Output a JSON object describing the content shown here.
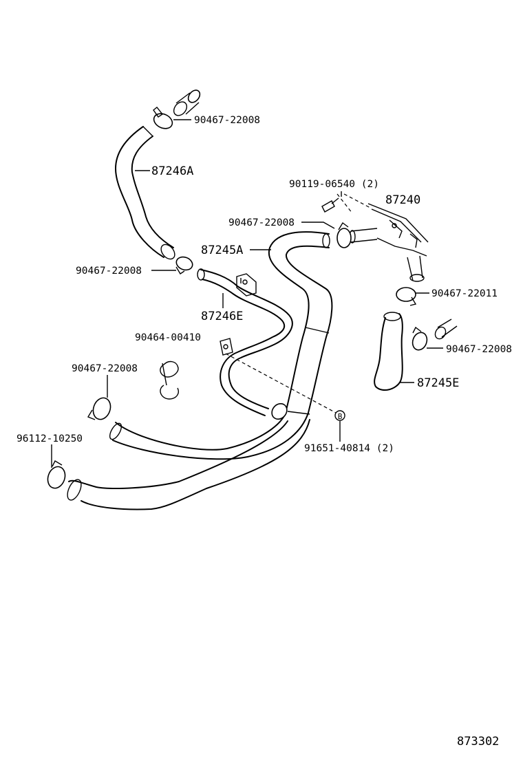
{
  "diagram_id": "873302",
  "labels": {
    "clamp_top": "90467-22008",
    "hose_87246A": "87246A",
    "screw_90119": "90119-06540 (2)",
    "valve_87240": "87240",
    "clamp_valve_inlet": "90467-22008",
    "hose_87245A": "87245A",
    "clamp_mid_left": "90467-22008",
    "pipe_87246E": "87246E",
    "clamp_valve_outlet": "90467-22011",
    "clip_90464": "90464-00410",
    "clamp_right": "90467-22008",
    "clamp_left": "90467-22008",
    "hose_87245E": "87245E",
    "bolt_91651": "91651-40814 (2)",
    "clamp_bottom_left": "96112-10250",
    "bolt_marker": "B"
  }
}
